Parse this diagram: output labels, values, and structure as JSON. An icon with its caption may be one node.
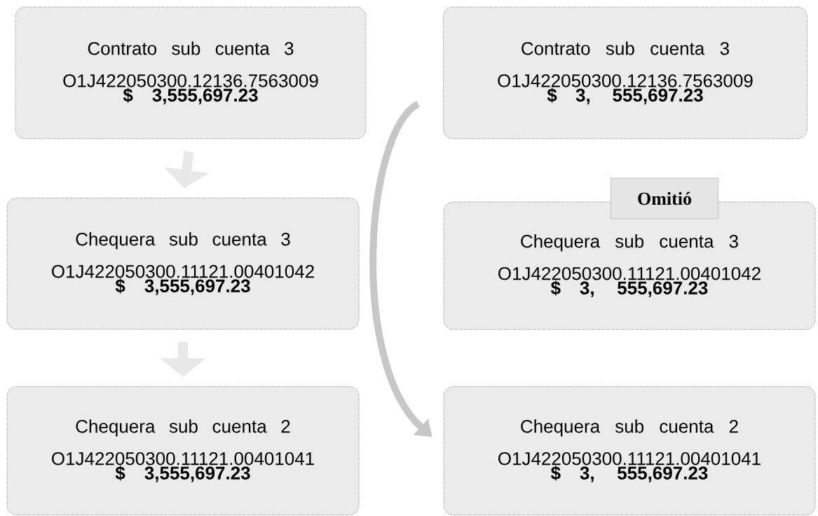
{
  "diagram": {
    "nodes": [
      {
        "text": [
          "Contrato sub cuenta 3",
          "O1J422050300.12136.7563009",
          "$ 3,555,697.23"
        ]
      },
      {
        "text": [
          "Chequera sub cuenta 3",
          "O1J422050300.11121.00401042",
          "$ 3,555,697.23"
        ]
      },
      {
        "text": [
          "Chequera sub cuenta 2",
          "O1J422050300.11121.00401041",
          "$ 3,555,697.23"
        ]
      },
      {
        "text": [
          "Contrato sub cuenta 3",
          "O1J422050300.12136.7563009",
          "$ 3, 555,697.23"
        ]
      },
      {
        "text": [
          "Chequera sub cuenta 3",
          "O1J422050300.11121.00401042",
          "$ 3, 555,697.23"
        ]
      },
      {
        "text": [
          "Chequera sub cuenta 2",
          "O1J422050300.11121.00401041",
          "$ 3, 555,697.23"
        ]
      },
      {
        "text": [
          "Omitió"
        ]
      }
    ],
    "edges": [
      {
        "from": 0,
        "to": 1,
        "arrow": "to"
      },
      {
        "from": 1,
        "to": 2,
        "arrow": "to"
      },
      {
        "from": 3,
        "to": 5,
        "arrow": "to"
      }
    ]
  }
}
